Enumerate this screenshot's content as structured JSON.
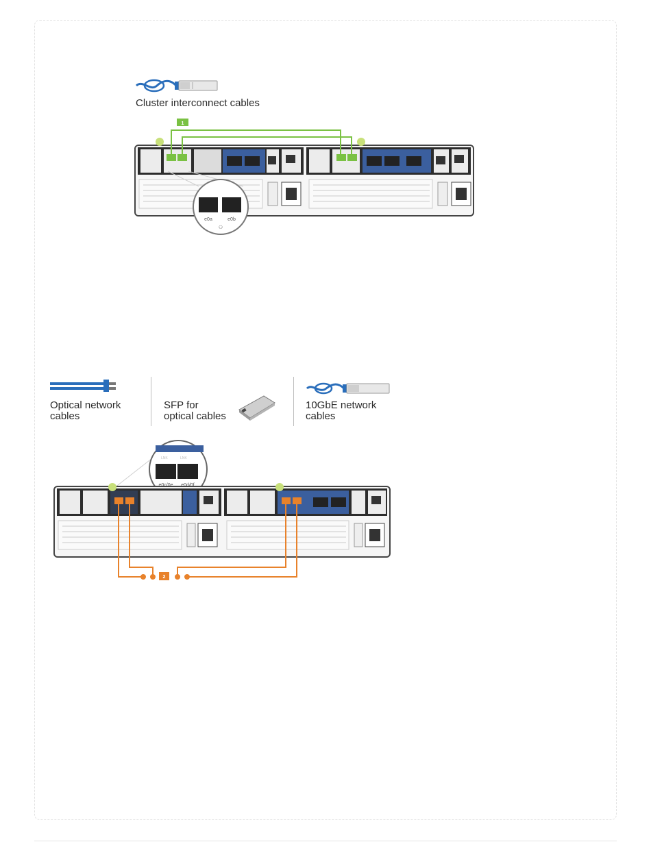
{
  "diagram_1": {
    "legend_label": "Cluster interconnect cables",
    "step_badge": "1",
    "callout_ports": [
      "e0a",
      "e0b"
    ]
  },
  "diagram_2": {
    "legend_items": [
      {
        "label": "Optical network\ncables"
      },
      {
        "label": "SFP for\noptical cables"
      },
      {
        "label": "10GbE network\ncables"
      }
    ],
    "step_badge": "2",
    "callout_ports": [
      "e0c/0e",
      "e0d/0f"
    ],
    "callout_port_tags": [
      "LNK",
      "LNK"
    ]
  },
  "colors": {
    "cluster_cable": "#7ac143",
    "network_cable": "#e8822b",
    "cable_blue": "#2a6ebb",
    "chassis_dark": "#2c2c2c",
    "module_blue": "#3b5f9e"
  },
  "icons": [
    "cable-connector-icon",
    "sfp-module-icon",
    "ground-symbol-icon",
    "network-port-icon"
  ]
}
